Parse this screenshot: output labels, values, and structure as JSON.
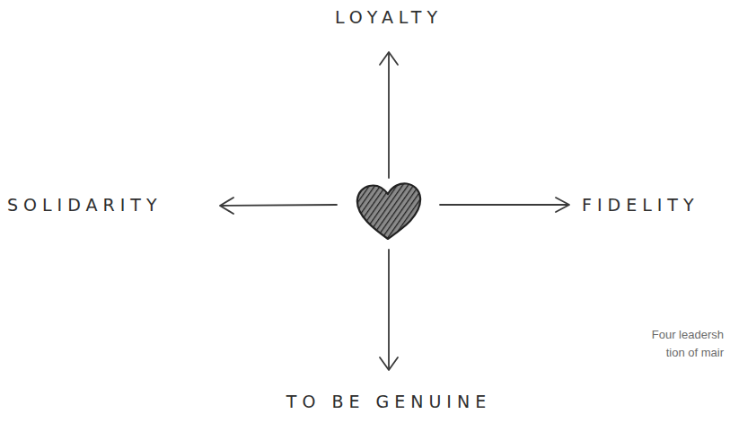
{
  "diagram": {
    "labels": [
      "LOYALTY",
      "SOLIDARITY",
      "FIDELITY",
      "TO BE GENUINE",
      "Four leadersh",
      "tion of mair"
    ]
  }
}
